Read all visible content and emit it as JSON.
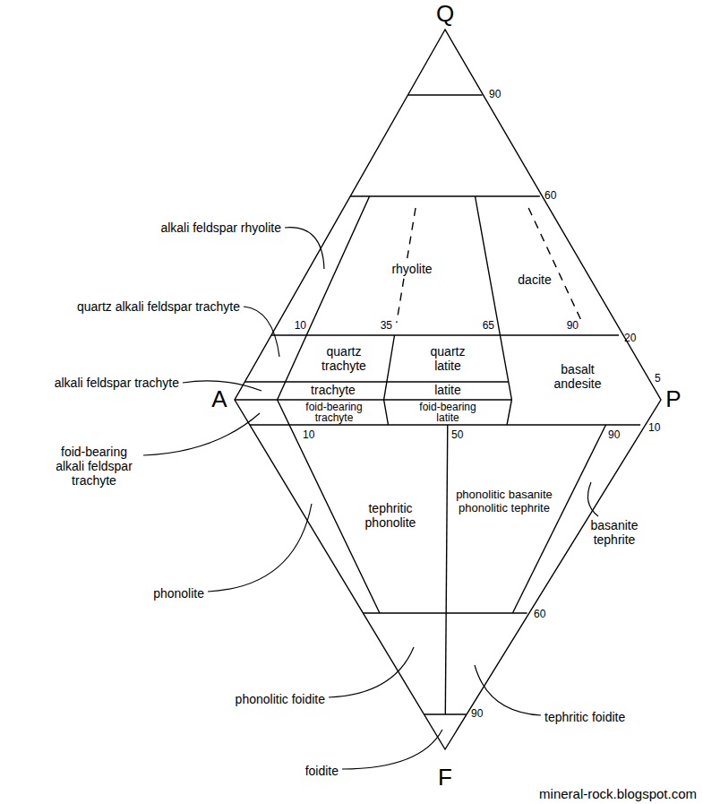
{
  "diagram": {
    "labels": [
      "Q",
      "90",
      "60",
      "alkali feldspar rhyolite",
      "rhyolite",
      "dacite",
      "quartz alkali feldspar trachyte",
      "10",
      "35",
      "65",
      "90",
      "20",
      "quartz trachyte",
      "quartz latite",
      "alkali feldspar trachyte",
      "trachyte",
      "latite",
      "basalt andesite",
      "5",
      "A",
      "P",
      "foid-bearing trachyte",
      "foid-bearing latite",
      "10",
      "50",
      "90",
      "10",
      "foid-bearing alkali feldspar trachyte",
      "tephritic phonolite",
      "phonolitic basanite phonolitic tephrite",
      "basanite tephrite",
      "phonolite",
      "60",
      "phonolitic foidite",
      "90",
      "tephritic foidite",
      "foidite",
      "F",
      "mineral-rock.blogspot.com"
    ]
  }
}
